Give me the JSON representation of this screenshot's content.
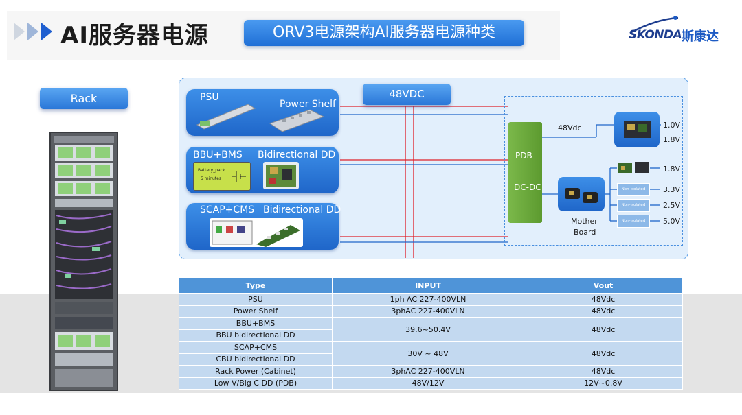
{
  "header": {
    "main_title": "AI服务器电源",
    "sub_title": "ORV3电源架构AI服务器电源种类",
    "logo_text": "SKONDA",
    "logo_cn": "斯康达"
  },
  "rack": {
    "label": "Rack"
  },
  "diagram": {
    "bus_label": "48VDC",
    "panels": [
      {
        "left": "PSU",
        "right": "Power Shelf"
      },
      {
        "left": "BBU+BMS",
        "right": "Bidirectional DD",
        "battery_label": "Battery_pack",
        "battery_time": "5 minutes"
      },
      {
        "left": "SCAP+CMS",
        "right": "Bidirectional DD"
      }
    ],
    "pdb_label": "PDB",
    "dcdc_label": "DC-DC",
    "vdc_label": "48Vdc",
    "upper_outputs": [
      "1.0V",
      "1.8V"
    ],
    "lower_outputs": [
      "1.8V",
      "3.3V",
      "2.5V",
      "5.0V"
    ],
    "non_isolated_labels": [
      "Non-isolated",
      "Non-isolated",
      "Non-isolated"
    ],
    "mother_board_label_1": "Mother",
    "mother_board_label_2": "Board"
  },
  "table": {
    "headers": [
      "Type",
      "INPUT",
      "Vout"
    ],
    "rows": [
      {
        "type": "PSU",
        "input": "1ph AC 227-400VLN",
        "vout": "48Vdc"
      },
      {
        "type": "Power Shelf",
        "input": "3phAC 227-400VLN",
        "vout": "48Vdc"
      },
      {
        "type": "BBU+BMS",
        "type2": "BBU bidirectional DD",
        "input": "39.6~50.4V",
        "vout": "48Vdc"
      },
      {
        "type": "SCAP+CMS",
        "type2": "CBU bidirectional DD",
        "input": "30V ~ 48V",
        "vout": "48Vdc"
      },
      {
        "type": "Rack Power (Cabinet)",
        "input": "3phAC 227-400VLN",
        "vout": "48Vdc"
      },
      {
        "type": "Low V/Big C DD (PDB)",
        "input": "48V/12V",
        "vout": "12V~0.8V"
      }
    ]
  },
  "colors": {
    "accent_blue": "#2a77d8",
    "pdb_green": "#6aa83a",
    "wire_red": "#e0202a",
    "wire_blue": "#1f66c9"
  }
}
